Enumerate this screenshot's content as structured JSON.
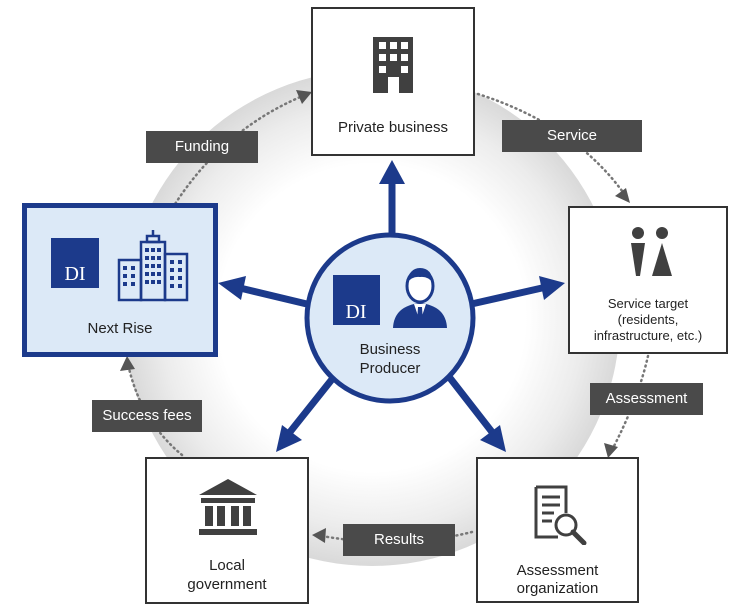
{
  "center": {
    "logo_text": "DI",
    "label_line1": "Business",
    "label_line2": "Producer"
  },
  "nodes": {
    "private_business": {
      "label": "Private business",
      "icon": "office-building-icon"
    },
    "service_target": {
      "label_line1": "Service target",
      "label_line2": "(residents,",
      "label_line3": "infrastructure, etc.)",
      "icon": "people-icon"
    },
    "assessment_organization": {
      "label_line1": "Assessment",
      "label_line2": "organization",
      "icon": "document-search-icon"
    },
    "local_government": {
      "label_line1": "Local",
      "label_line2": "government",
      "icon": "government-building-icon"
    },
    "next_rise": {
      "label": "Next Rise",
      "logo_text": "DI",
      "icon": "city-buildings-icon"
    }
  },
  "flows": {
    "funding": "Funding",
    "service": "Service",
    "assessment": "Assessment",
    "results": "Results",
    "success_fees": "Success fees"
  },
  "colors": {
    "navy": "#1c3a8b",
    "light_blue": "#dce9f7",
    "tag_gray": "#4a4a4a",
    "icon_dark": "#404040"
  }
}
